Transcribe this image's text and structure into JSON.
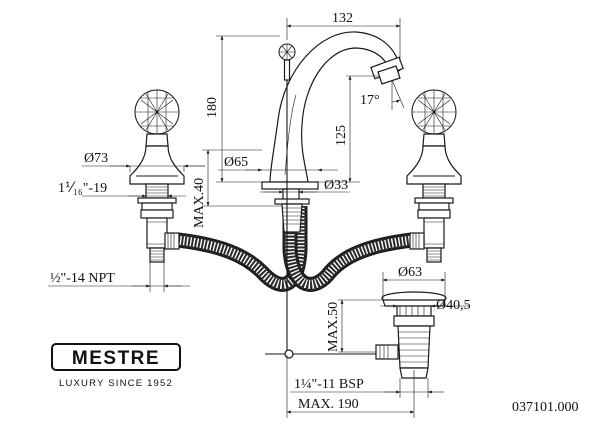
{
  "dimensions": {
    "spout_reach": "132",
    "total_height": "180",
    "spout_height": "125",
    "spout_angle": "17°",
    "handle_base_dia": "Ø73",
    "handle_thread": "1⅟₁₆\"-19",
    "spout_base_dia": "Ø65",
    "spout_shank_dia": "Ø33",
    "max_deck": "MAX.40",
    "inlet_thread": "½\"-14 NPT",
    "drain_flange_dia": "Ø63",
    "drain_body_dia": "Ø40,5",
    "drain_max": "MAX.50",
    "drain_thread": "1¼\"-11 BSP",
    "max_spread": "MAX. 190"
  },
  "brand": {
    "name": "MESTRE",
    "tagline": "LUXURY SINCE 1952"
  },
  "product_code": "037101.000"
}
